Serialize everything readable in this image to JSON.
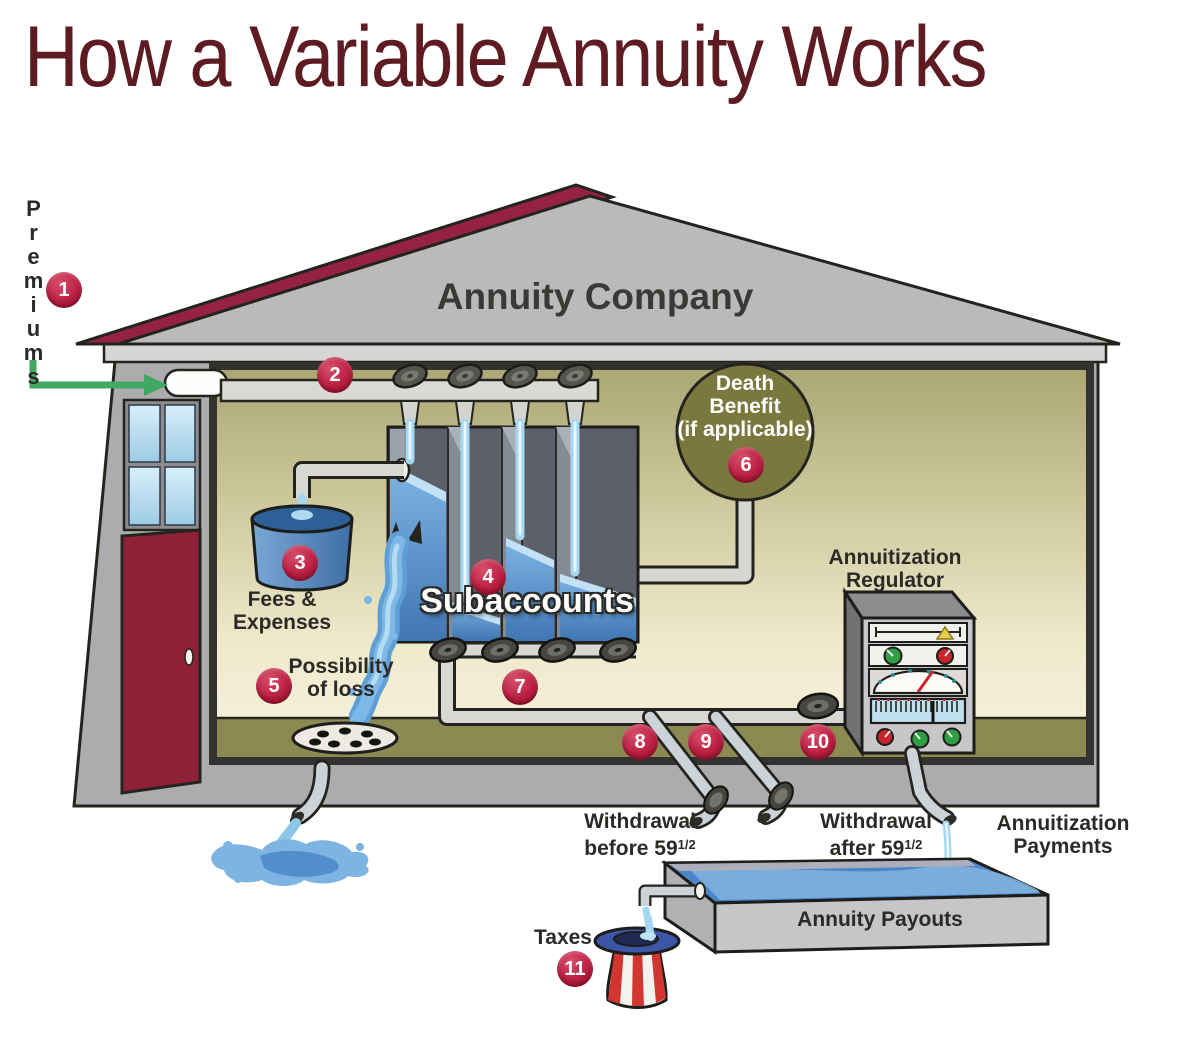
{
  "title": "How a Variable Annuity Works",
  "company": "Annuity Company",
  "badges": [
    "1",
    "2",
    "3",
    "4",
    "5",
    "6",
    "7",
    "8",
    "9",
    "10",
    "11"
  ],
  "labels": {
    "premiums": "Premiums",
    "fees": [
      "Fees &",
      "Expenses"
    ],
    "subaccounts": "Subaccounts",
    "loss": [
      "Possibility",
      "of loss"
    ],
    "death": [
      "Death",
      "Benefit",
      "(if applicable)"
    ],
    "regulator": [
      "Annuitization",
      "Regulator"
    ],
    "withdraw_before": [
      "Withdrawal",
      "before 59"
    ],
    "withdraw_after": [
      "Withdrawal",
      "after 59"
    ],
    "half": "1/2",
    "ann_payments": [
      "Annuitization",
      "Payments"
    ],
    "payouts": "Annuity Payouts",
    "taxes": "Taxes"
  },
  "colors": {
    "title": "#5e1c22",
    "badge": "#bb1f42",
    "roof_band": "#952242",
    "door": "#8e2138",
    "wall_gray": "#aeabae",
    "room_top": "#aca775",
    "room_bottom": "#f4efd9",
    "floor_olive": "#8b8a52",
    "water_deep": "#4a85c8",
    "water_light": "#a5d7f0",
    "death_circle": "#7a783f",
    "arrow_green": "#3fa863"
  }
}
